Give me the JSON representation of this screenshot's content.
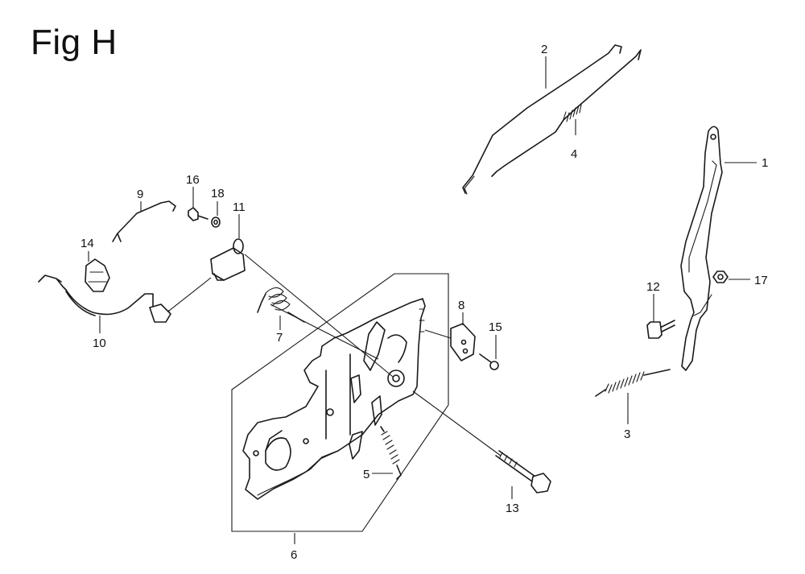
{
  "figure": {
    "title": "Fig H"
  },
  "callouts": [
    {
      "id": "p1",
      "label": "1"
    },
    {
      "id": "p2",
      "label": "2"
    },
    {
      "id": "p3",
      "label": "3"
    },
    {
      "id": "p4",
      "label": "4"
    },
    {
      "id": "p5",
      "label": "5"
    },
    {
      "id": "p6",
      "label": "6"
    },
    {
      "id": "p7",
      "label": "7"
    },
    {
      "id": "p8",
      "label": "8"
    },
    {
      "id": "p9",
      "label": "9"
    },
    {
      "id": "p10",
      "label": "10"
    },
    {
      "id": "p11",
      "label": "11"
    },
    {
      "id": "p12",
      "label": "12"
    },
    {
      "id": "p13",
      "label": "13"
    },
    {
      "id": "p14",
      "label": "14"
    },
    {
      "id": "p15",
      "label": "15"
    },
    {
      "id": "p16",
      "label": "16"
    },
    {
      "id": "p17",
      "label": "17"
    },
    {
      "id": "p18",
      "label": "18"
    }
  ]
}
